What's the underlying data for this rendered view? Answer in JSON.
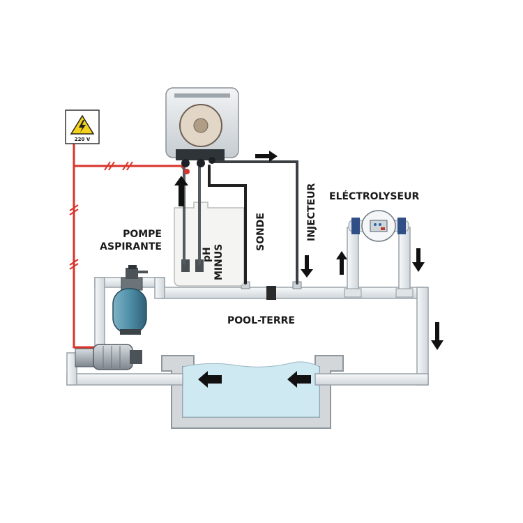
{
  "labels": {
    "voltage": "220 V",
    "pump_line1": "POMPE",
    "pump_line2": "ASPIRANTE",
    "ph_line1": "pH",
    "ph_line2": "MINUS",
    "sonde": "SONDE",
    "injecteur": "INJECTEUR",
    "electrolyseur": "ELÉCTROLYSEUR",
    "pool_terre": "POOL-TERRE"
  },
  "colors": {
    "pipe": "#e8ecef",
    "pipe_stroke": "#9aa3aa",
    "power_line": "#d9342b",
    "water": "#cfe9f2",
    "pool_wall": "#cfd3d6",
    "filter_tank": "#4f8fa8",
    "arrow": "#111111",
    "hose": "#222222"
  },
  "icons": {
    "hazard": "high-voltage-warning-icon",
    "dosing_pump": "peristaltic-pump-icon",
    "filter": "sand-filter-icon",
    "pool_pump": "circulation-pump-icon",
    "electrolyser": "salt-electrolyser-icon",
    "earth": "pool-earth-connector-icon",
    "canister": "chemical-canister-icon"
  }
}
